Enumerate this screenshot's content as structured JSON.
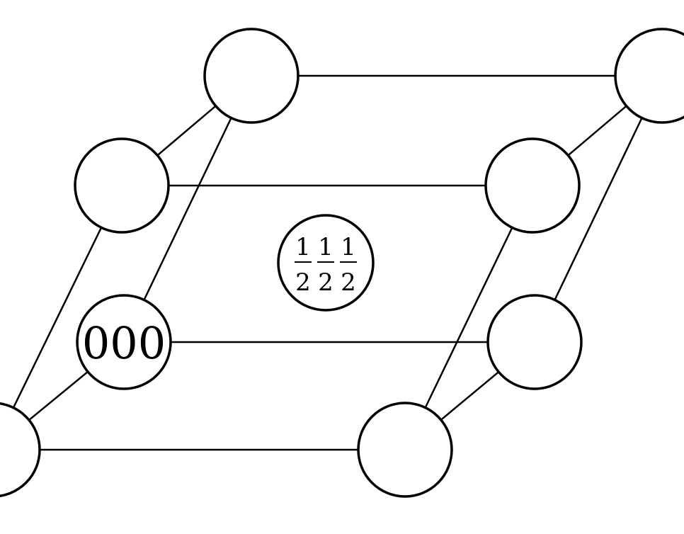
{
  "diagram": {
    "colors": {
      "stroke": "#000000",
      "fill": "#ffffff",
      "text": "#000000"
    },
    "origin_label": "000",
    "center_label": {
      "numerators": [
        "1",
        "1",
        "1"
      ],
      "denominators": [
        "2",
        "2",
        "2"
      ]
    }
  }
}
